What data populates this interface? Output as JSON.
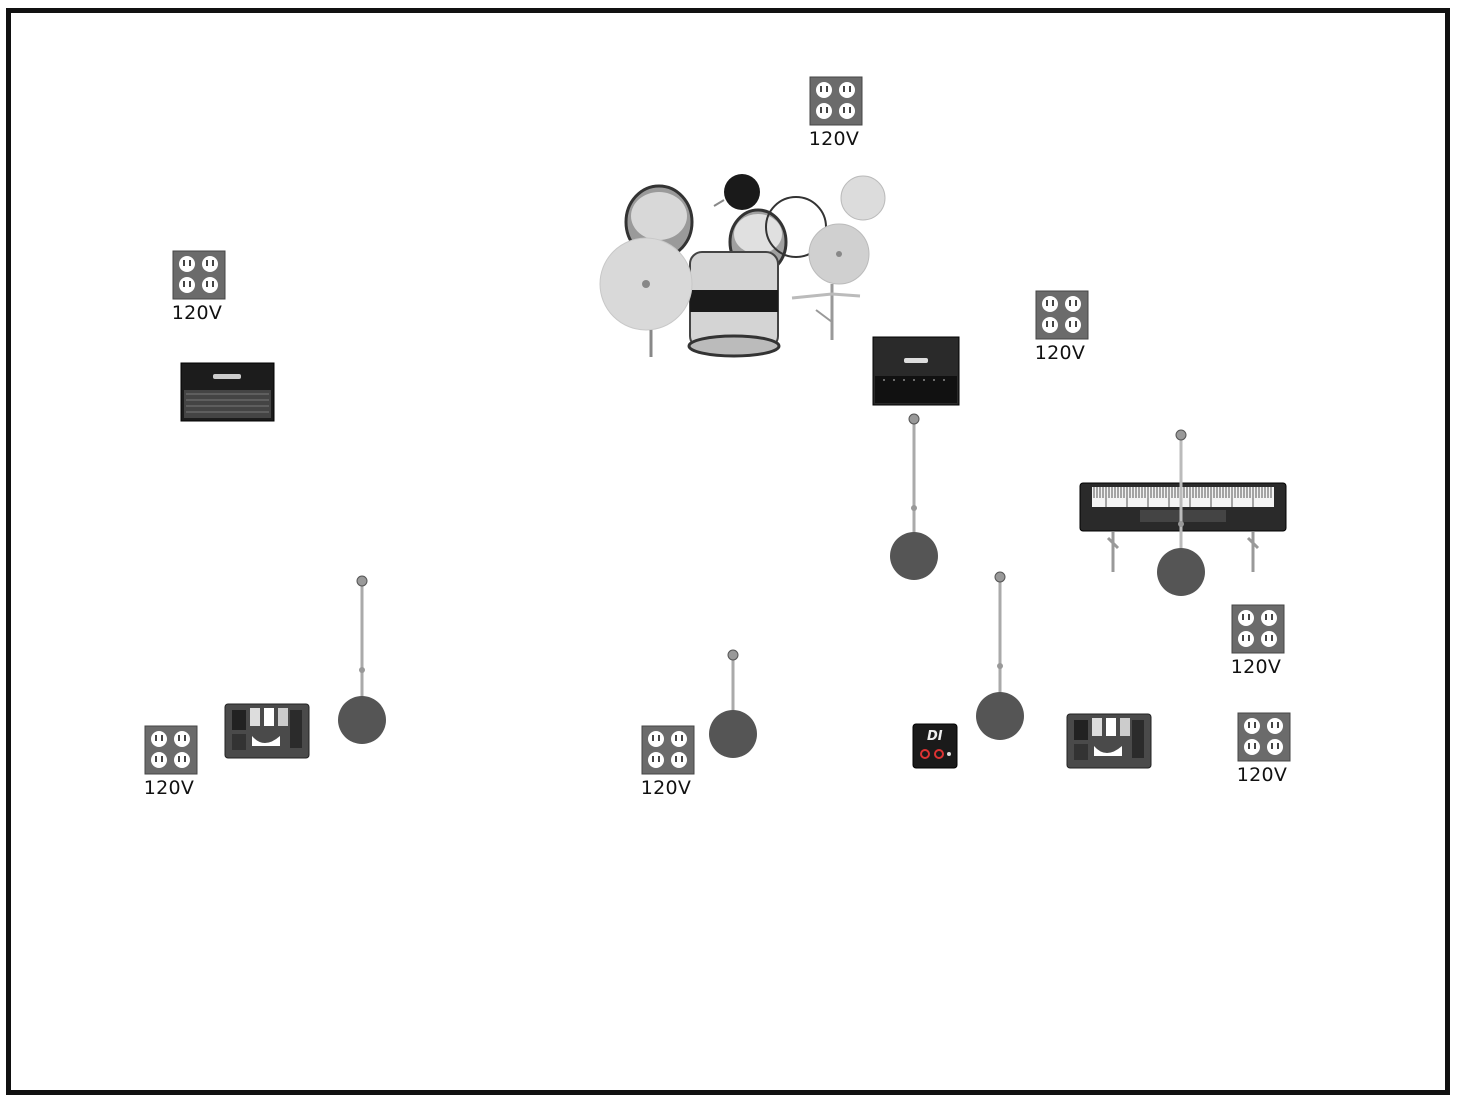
{
  "outlets": [
    {
      "id": "outlet-drums",
      "label": "120V"
    },
    {
      "id": "outlet-left-amp",
      "label": "120V"
    },
    {
      "id": "outlet-right-amp",
      "label": "120V"
    },
    {
      "id": "outlet-keys",
      "label": "120V"
    },
    {
      "id": "outlet-right-front",
      "label": "120V"
    },
    {
      "id": "outlet-left-front",
      "label": "120V"
    },
    {
      "id": "outlet-center-front",
      "label": "120V"
    }
  ],
  "di_box": {
    "label": "DI"
  },
  "colors": {
    "border": "#111111",
    "outlet_plate": "#6b6b6b",
    "mic_base": "#555555",
    "amp": "#1c1c1c"
  },
  "icons": [
    "power-outlet-icon",
    "drum-kit-icon",
    "guitar-amp-icon",
    "keyboard-icon",
    "mic-stand-icon",
    "pedalboard-icon",
    "di-box-icon"
  ]
}
